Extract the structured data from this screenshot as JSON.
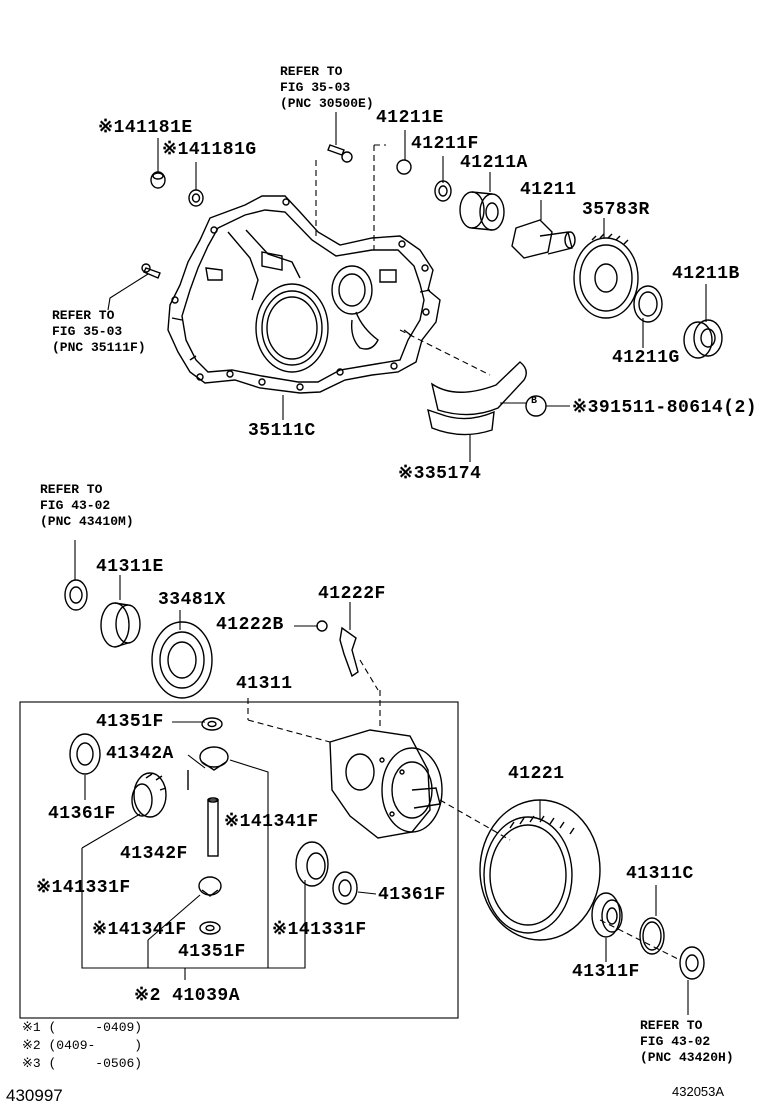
{
  "parts": {
    "p41181e": "※141181E",
    "p41181g": "※141181G",
    "p41211e": "41211E",
    "p41211f": "41211F",
    "p41211a": "41211A",
    "p41211": "41211",
    "p35783r": "35783R",
    "p41211b": "41211B",
    "p41211g": "41211G",
    "p35111c": "35111C",
    "p391511": "※391511-80614(2)",
    "marker_b": "B",
    "p35174": "※335174",
    "p41311e": "41311E",
    "p33481x": "33481X",
    "p41222f": "41222F",
    "p41222b": "41222B",
    "p41311": "41311",
    "p41351f_top": "41351F",
    "p41342a": "41342A",
    "p41361f_left": "41361F",
    "p41341f_right": "※141341F",
    "p41342f": "41342F",
    "p41331f_left": "※141331F",
    "p41341f_bottom": "※141341F",
    "p41351f_bottom": "41351F",
    "p41331f_right": "※141331F",
    "p41361f_right": "41361F",
    "p41039a": "※2 41039A",
    "p41221": "41221",
    "p41311c": "41311C",
    "p41311f": "41311F"
  },
  "refs": {
    "ref_top_line1": "REFER TO",
    "ref_top_line2": "FIG 35-03",
    "ref_top_line3": "(PNC 30500E)",
    "ref_left_line1": "REFER TO",
    "ref_left_line2": "FIG 35-03",
    "ref_left_line3": "(PNC 35111F)",
    "ref_mid_line1": "REFER TO",
    "ref_mid_line2": "FIG 43-02",
    "ref_mid_line3": "(PNC 43410M)",
    "ref_bot_line1": "REFER TO",
    "ref_bot_line2": "FIG 43-02",
    "ref_bot_line3": "(PNC 43420H)"
  },
  "notes": {
    "n1": "※1 (     -0409)",
    "n2": "※2 (0409-     )",
    "n3": "※3 (     -0506)"
  },
  "footer": {
    "left_code": "430997",
    "right_code": "432053A"
  }
}
